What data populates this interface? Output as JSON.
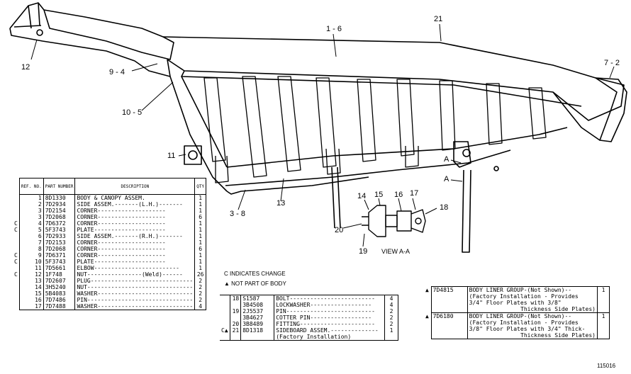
{
  "callouts": [
    {
      "id": "c12",
      "text": "12"
    },
    {
      "id": "c9-4",
      "text": "9 - 4"
    },
    {
      "id": "c10-5",
      "text": "10 - 5"
    },
    {
      "id": "c11",
      "text": "11"
    },
    {
      "id": "c1-6",
      "text": "1 - 6"
    },
    {
      "id": "c21",
      "text": "21"
    },
    {
      "id": "c7-2",
      "text": "7 - 2"
    },
    {
      "id": "c3-8",
      "text": "3 - 8"
    },
    {
      "id": "c13",
      "text": "13"
    },
    {
      "id": "c14",
      "text": "14"
    },
    {
      "id": "c15",
      "text": "15"
    },
    {
      "id": "c16",
      "text": "16"
    },
    {
      "id": "c17",
      "text": "17"
    },
    {
      "id": "c18",
      "text": "18"
    },
    {
      "id": "c19",
      "text": "19"
    },
    {
      "id": "c20",
      "text": "20"
    },
    {
      "id": "cA1",
      "text": "A"
    },
    {
      "id": "cA2",
      "text": "A"
    },
    {
      "id": "view",
      "text": "VIEW A-A"
    }
  ],
  "main_table": {
    "headers": {
      "ref": "REF. NO.",
      "part": "PART NUMBER",
      "desc": "DESCRIPTION",
      "qty": "QTY"
    },
    "rows": [
      {
        "mark": "",
        "ref": "1",
        "part": "8D1330",
        "desc": "BODY & CANOPY ASSEM.",
        "qty": "1"
      },
      {
        "mark": "",
        "ref": "2",
        "part": "7D2934",
        "desc": "    SIDE ASSEM.-------(L.H.)-------",
        "qty": "1"
      },
      {
        "mark": "",
        "ref": "3",
        "part": "7D2154",
        "desc": "        CORNER--------------------",
        "qty": "1"
      },
      {
        "mark": "",
        "ref": "3",
        "part": "7D2068",
        "desc": "        CORNER--------------------",
        "qty": "6"
      },
      {
        "mark": "C",
        "ref": "4",
        "part": "7D6372",
        "desc": "        CORNER--------------------",
        "qty": "1"
      },
      {
        "mark": "C",
        "ref": "5",
        "part": "5F3743",
        "desc": "        PLATE---------------------",
        "qty": "1"
      },
      {
        "mark": "",
        "ref": "6",
        "part": "7D2933",
        "desc": "    SIDE ASSEM.-------(R.H.)-------",
        "qty": "1"
      },
      {
        "mark": "",
        "ref": "7",
        "part": "7D2153",
        "desc": "        CORNER--------------------",
        "qty": "1"
      },
      {
        "mark": "",
        "ref": "8",
        "part": "7D2068",
        "desc": "        CORNER--------------------",
        "qty": "6"
      },
      {
        "mark": "C",
        "ref": "9",
        "part": "7D6371",
        "desc": "        CORNER--------------------",
        "qty": "1"
      },
      {
        "mark": "C",
        "ref": "10",
        "part": "5F3743",
        "desc": "        PLATE---------------------",
        "qty": "1"
      },
      {
        "mark": "",
        "ref": "11",
        "part": "7D5661",
        "desc": "    ELBOW-------------------------",
        "qty": "1"
      },
      {
        "mark": "C",
        "ref": "12",
        "part": "1F748",
        "desc": "    NUT----------------(Weld)------",
        "qty": "26"
      },
      {
        "mark": "",
        "ref": "13",
        "part": "7D2607",
        "desc": "PLUG------------------------------",
        "qty": "2"
      },
      {
        "mark": "",
        "ref": "14",
        "part": "3H5240",
        "desc": "NUT-------------------------------",
        "qty": "2"
      },
      {
        "mark": "",
        "ref": "15",
        "part": "5B4083",
        "desc": "WASHER----------------------------",
        "qty": "2"
      },
      {
        "mark": "",
        "ref": "16",
        "part": "7D7486",
        "desc": "PIN-------------------------------",
        "qty": "2"
      },
      {
        "mark": "",
        "ref": "17",
        "part": "7D7488",
        "desc": "WASHER----------------------------",
        "qty": "4"
      }
    ]
  },
  "legend": {
    "c_line": "C INDICATES CHANGE",
    "tri_line": "▲ NOT PART OF BODY"
  },
  "mid_table": {
    "rows": [
      {
        "mark": "",
        "ref": "18",
        "part": "S1587",
        "desc": "BOLT-------------------------",
        "qty": "4"
      },
      {
        "mark": "",
        "ref": "",
        "part": "3B4508",
        "desc": "LOCKWASHER------------------",
        "qty": "4"
      },
      {
        "mark": "",
        "ref": "19",
        "part": "2J5537",
        "desc": "PIN--------------------------",
        "qty": "2"
      },
      {
        "mark": "",
        "ref": "",
        "part": "3B4627",
        "desc": "COTTER PIN------------------",
        "qty": "2"
      },
      {
        "mark": "",
        "ref": "20",
        "part": "3B8489",
        "desc": "FITTING----------------------",
        "qty": "2"
      },
      {
        "mark": "C▲",
        "ref": "21",
        "part": "8D1318",
        "desc": "SIDEBOARD ASSEM.--------------",
        "qty": "1"
      },
      {
        "mark": "",
        "ref": "",
        "part": "",
        "desc": "    (Factory Installation)",
        "qty": ""
      }
    ]
  },
  "right_table": {
    "rows": [
      {
        "mark": "▲",
        "part": "7D4815",
        "desc": [
          "BODY LINER GROUP-(Not Shown)--",
          "(Factory Installation - Provides",
          "3/4\" Floor Plates with 3/8\"",
          "Thickness Side Plates)"
        ],
        "qty": "1"
      },
      {
        "mark": "▲",
        "part": "7D6180",
        "desc": [
          "BODY LINER GROUP-(Not Shown)--",
          "(Factory Installation - Provides",
          "3/8\" Floor Plates with 3/4\" Thick-",
          "Thickness Side Plates)"
        ],
        "qty": "1"
      }
    ]
  },
  "figure_number": "115016"
}
